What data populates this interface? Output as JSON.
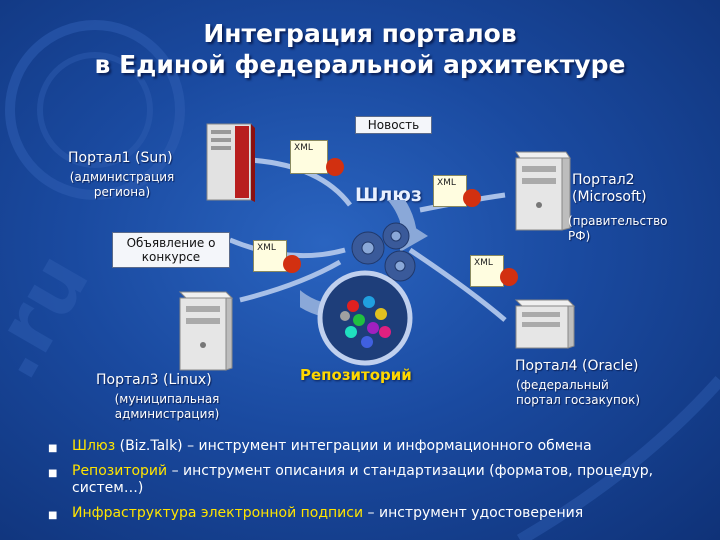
{
  "title": {
    "line1": "Интеграция порталов",
    "line2": "в Единой федеральной архитектуре"
  },
  "notice": {
    "label": "Новость"
  },
  "xml_tag": "XML",
  "gateway_label": "Шлюз",
  "repository_label": "Репозиторий",
  "announcement": {
    "line1": "Объявление о",
    "line2": "конкурсе"
  },
  "portals": {
    "p1": {
      "name": "Портал1 (Sun)",
      "desc1": "(администрация",
      "desc2": "региона)"
    },
    "p2": {
      "name1": "Портал2",
      "name2": "(Microsoft)",
      "desc1": "(правительство",
      "desc2": "РФ)"
    },
    "p3": {
      "name": "Портал3 (Linux)",
      "desc1": "(муниципальная",
      "desc2": "администрация)"
    },
    "p4": {
      "name": "Портал4 (Oracle)",
      "desc1": "(федеральный",
      "desc2": "портал госзакупок)"
    }
  },
  "bullets": [
    {
      "term": "Шлюз",
      "text": " (Biz.Talk) – инструмент интеграции и информационного обмена"
    },
    {
      "term": "Репозиторий",
      "text": " – инструмент описания  и стандартизации (форматов, процедур, систем…)"
    },
    {
      "term": "Инфраструктура электронной подписи",
      "text": " – инструмент удостоверения"
    }
  ],
  "colors": {
    "background": "#1a4aa0",
    "accent_yellow": "#ffe400",
    "arrow": "#8aa8d8"
  },
  "icons": [
    "server-icon",
    "gear-icon",
    "globe-icon",
    "xml-document-icon",
    "bullet-square-icon"
  ]
}
